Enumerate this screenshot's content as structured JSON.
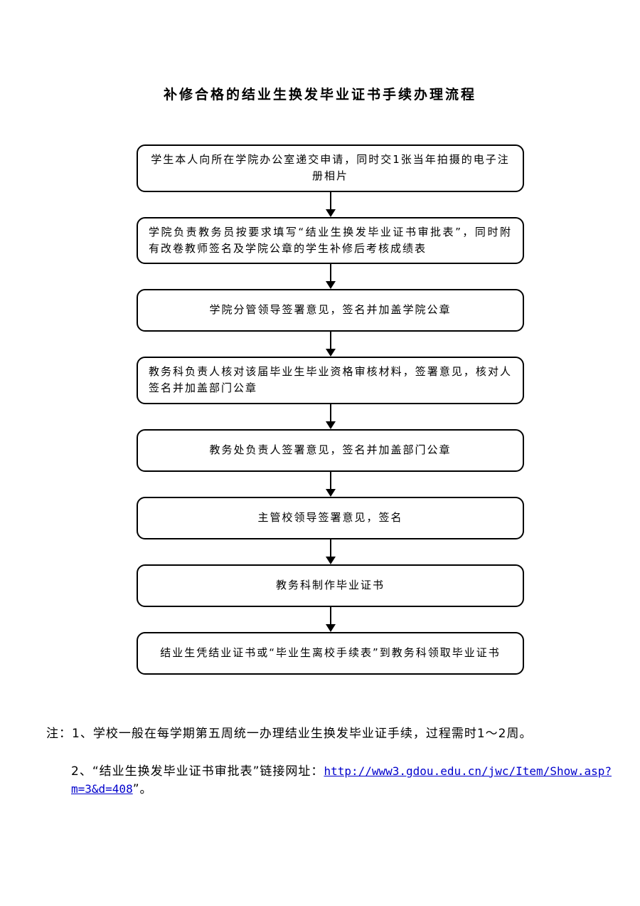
{
  "page": {
    "title": "补修合格的结业生换发毕业证书手续办理流程"
  },
  "flowchart": {
    "steps": [
      {
        "label": "学生本人向所在学院办公室递交申请，同时交1张当年拍摄的电子注册相片"
      },
      {
        "label": "学院负责教务员按要求填写“结业生换发毕业证书审批表”，同时附有改卷教师签名及学院公章的学生补修后考核成绩表"
      },
      {
        "label": "学院分管领导签署意见，签名并加盖学院公章"
      },
      {
        "label": "教务科负责人核对该届毕业生毕业资格审核材料，签署意见，核对人签名并加盖部门公章"
      },
      {
        "label": "教务处负责人签署意见，签名并加盖部门公章"
      },
      {
        "label": "主管校领导签署意见，签名"
      },
      {
        "label": "教务科制作毕业证书"
      },
      {
        "label": "结业生凭结业证书或“毕业生离校手续表”到教务科领取毕业证书"
      }
    ]
  },
  "notes": {
    "note1": "注：1、学校一般在每学期第五周统一办理结业生换发毕业证手续，过程需时1～2周。",
    "note2_prefix": "2、“结业生换发毕业证书审批表”链接网址：",
    "note2_link": "http://www3.gdou.edu.cn/jwc/Item/Show.asp?m=3&d=408",
    "note2_suffix": "”。",
    "link_color": "#0000cc"
  }
}
